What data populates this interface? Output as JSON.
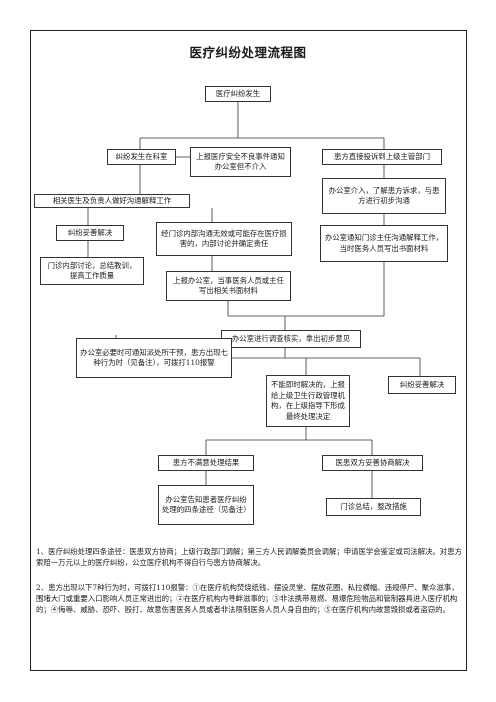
{
  "title": "医疗纠纷处理流程图",
  "nodes": {
    "occur": "医疗纠纷发生",
    "in_dept": "纠纷发生在科室",
    "report": "上报医疗安全不良事件通知办公室但不介入",
    "complain": "患方直接投诉到上级主管部门",
    "doctor_talk": "相关医生及负责人做好沟通解释工作",
    "office_intervene": "办公室介入，了解患方诉求，与患方进行初步沟通",
    "resolved_1": "纠纷妥善解决",
    "unresolved_dept": "经门诊内部沟通无效或可能存在医疗损害的，内部讨论并确定责任",
    "office_notify": "办公室通知门诊主任沟通解释工作，当时医务人员写出书面材料",
    "summary_internal": "门诊内部讨论，总结教训，提高工作质量",
    "report_office": "上报办公室，当事医务人员或主任写出相关书面材料",
    "investigate": "办公室进行调查核实，拿出初步意见",
    "police": "办公室必要时可通知派处所干预，患方出现七种行为时（见备注），可拨打110报警",
    "escalate": "不能即时解决的，上报给上级卫生行政管理机构，在上级指导下形成最终处理决定",
    "resolved_2": "纠纷妥善解决",
    "unsatisfied": "患方不满意处理结果",
    "agree": "医患双方妥善协商解决",
    "inform_ways": "办公室告知患者医疗纠纷处理的四条途径（见备注）",
    "rectify": "门诊总结，整改措施"
  },
  "notes": {
    "note1": "1、医疗纠纷处理四条途径：医患双方协商；上级行政部门调解；第三方人民调解委员会调解；申请医学会鉴定或司法解决。对患方索赔一万元以上的医疗纠纷，公立医疗机构不得自行与患方协商解决。",
    "note2": "2、患方出现以下7种行为时，可拨打110报警：①在医疗机构焚烧纸钱、摆设灵堂、摆放花圈、私拉横幅、违规停尸、聚众滋事，围堵大门或重要入口影响人员正常进出的；②在医疗机构内寻衅滋事的；③非法携带易燃、易爆危险物品和管制器具进入医疗机构的；④侮辱、威胁、恐吓、殴打、故意伤害医务人员或者非法限制医务人员人身自由的；⑤在医疗机构内故意毁损或者盗窃的。"
  }
}
